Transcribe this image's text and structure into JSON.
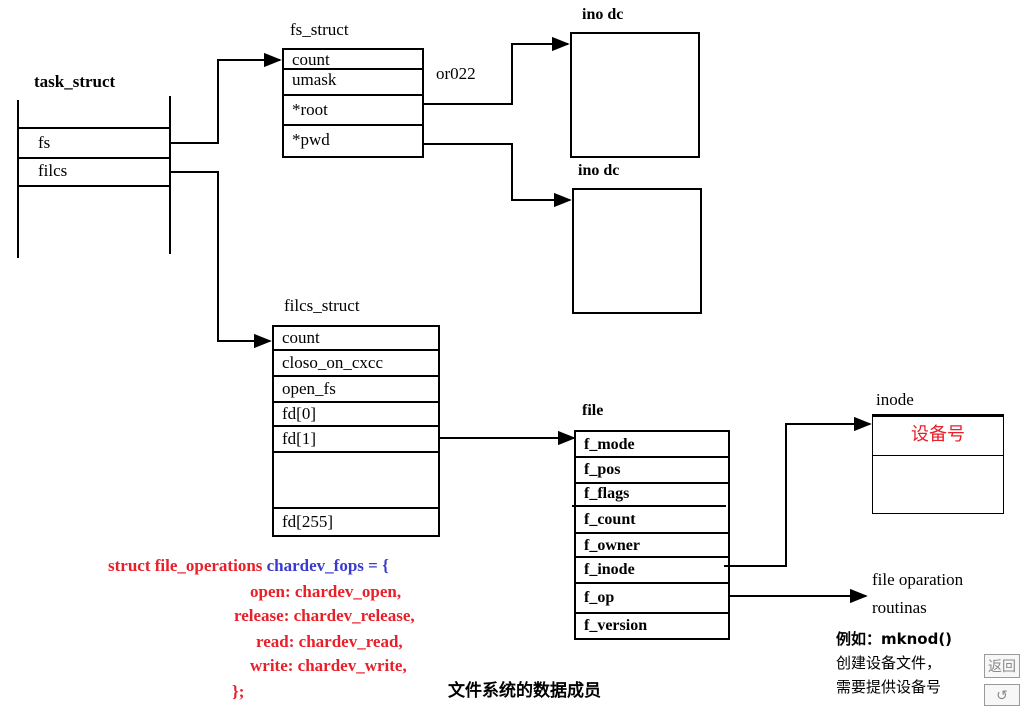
{
  "task_struct": {
    "title": "task_struct",
    "rows": [
      "fs",
      "filcs"
    ]
  },
  "fs_struct": {
    "title": "fs_struct",
    "rows": [
      "count",
      "umask",
      "*root",
      "*pwd"
    ],
    "side_label": "or022"
  },
  "inode_boxes": {
    "top_label": "ino dc",
    "bottom_label": "ino dc"
  },
  "filcs_struct": {
    "title": "filcs_struct",
    "rows": [
      "count",
      "closo_on_cxcc",
      "open_fs",
      "fd[0]",
      "fd[1]",
      "",
      "fd[255]"
    ]
  },
  "file": {
    "title": "file",
    "rows": [
      "f_mode",
      "f_pos",
      "f_flags",
      "f_count",
      "f_owner",
      "f_inode",
      "f_op",
      "f_version"
    ]
  },
  "inode": {
    "title": "inode",
    "device_label": "设备号"
  },
  "file_operation": {
    "line1": "file oparation",
    "line2": "routinas"
  },
  "code": {
    "line1_a": "struct file_operations ",
    "line1_b": "chardev_fops",
    "line1_c": " = {",
    "line2": "open:   chardev_open,",
    "line3": "release:  chardev_release,",
    "line4": "read:  chardev_read,",
    "line5": "write:  chardev_write,",
    "line6": "};"
  },
  "caption": "文件系统的数据成员",
  "note": {
    "line1": "例如：mknod()",
    "line2": "创建设备文件，",
    "line3": "需要提供设备号"
  },
  "buttons": {
    "back": "返回",
    "return_icon": "↺"
  }
}
